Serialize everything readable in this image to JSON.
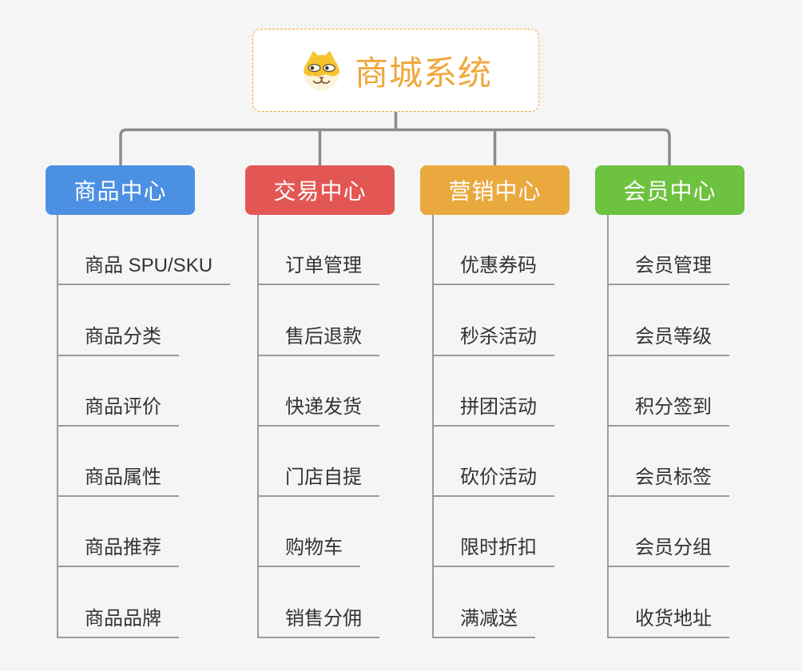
{
  "canvas": {
    "background": "#f5f5f6",
    "connector_color": "#8c8c8c",
    "line_color": "#9b9b9b",
    "item_text_color": "#333333"
  },
  "root": {
    "title": "商城系统",
    "color": "#f0a73c",
    "icon": "shiba-dog-icon"
  },
  "branches": [
    {
      "label": "商品中心",
      "color": "#4b90e2",
      "items": [
        "商品 SPU/SKU",
        "商品分类",
        "商品评价",
        "商品属性",
        "商品推荐",
        "商品品牌"
      ]
    },
    {
      "label": "交易中心",
      "color": "#e25754",
      "items": [
        "订单管理",
        "售后退款",
        "快递发货",
        "门店自提",
        "购物车",
        "销售分佣"
      ]
    },
    {
      "label": "营销中心",
      "color": "#eaa93e",
      "items": [
        "优惠券码",
        "秒杀活动",
        "拼团活动",
        "砍价活动",
        "限时折扣",
        "满减送"
      ]
    },
    {
      "label": "会员中心",
      "color": "#6dc23f",
      "items": [
        "会员管理",
        "会员等级",
        "积分签到",
        "会员标签",
        "会员分组",
        "收货地址"
      ]
    }
  ]
}
